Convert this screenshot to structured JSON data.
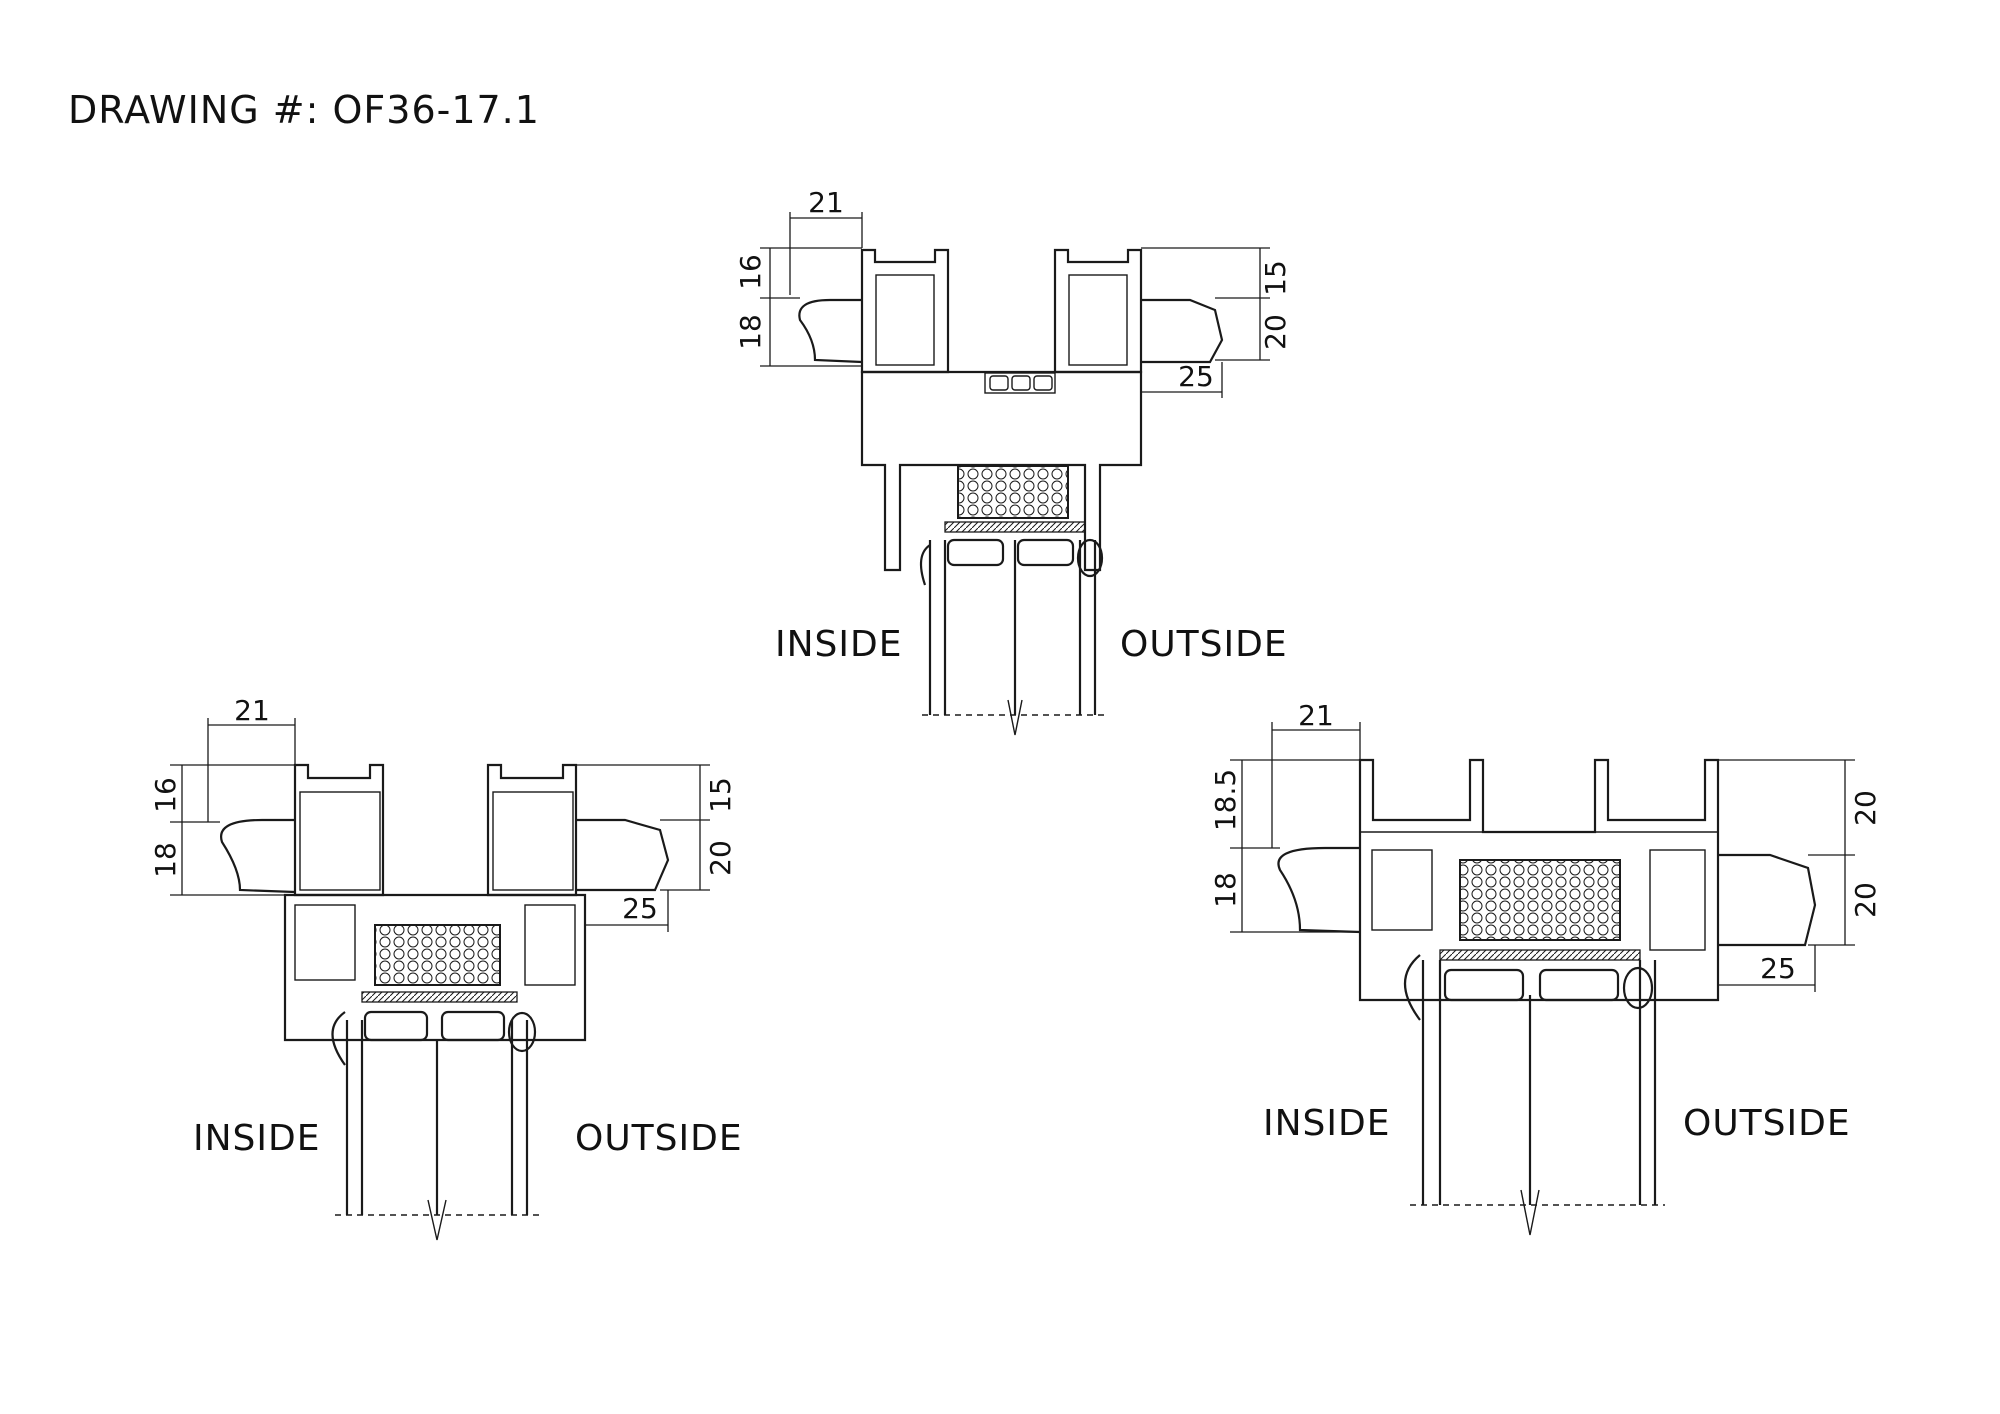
{
  "drawing": {
    "title": "DRAWING #: OF36-17.1"
  },
  "sections": [
    {
      "id": "top",
      "inside_label": "INSIDE",
      "outside_label": "OUTSIDE",
      "dim_width_left": "21",
      "dim_left_upper": "16",
      "dim_left_lower": "18",
      "dim_right_upper": "15",
      "dim_right_lower": "20",
      "dim_width_right": "25"
    },
    {
      "id": "bottom-left",
      "inside_label": "INSIDE",
      "outside_label": "OUTSIDE",
      "dim_width_left": "21",
      "dim_left_upper": "16",
      "dim_left_lower": "18",
      "dim_right_upper": "15",
      "dim_right_lower": "20",
      "dim_width_right": "25"
    },
    {
      "id": "bottom-right",
      "inside_label": "INSIDE",
      "outside_label": "OUTSIDE",
      "dim_width_left": "21",
      "dim_left_upper": "18.5",
      "dim_left_lower": "18",
      "dim_right_upper": "20",
      "dim_right_lower": "20",
      "dim_width_right": "25"
    }
  ]
}
